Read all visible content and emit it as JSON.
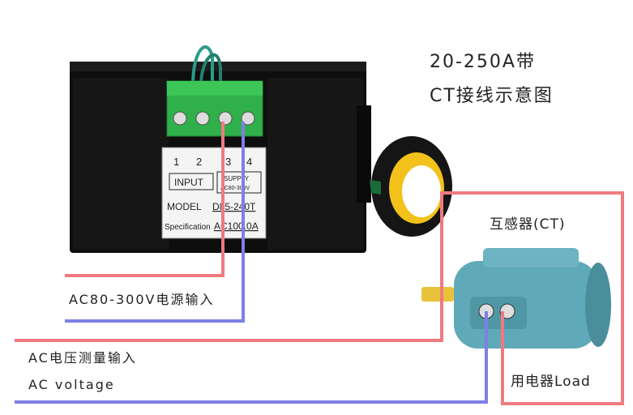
{
  "title": {
    "line1": "20-250A带",
    "line2": "CT接线示意图"
  },
  "meter": {
    "terminal_numbers": [
      "1",
      "2",
      "3",
      "4"
    ],
    "input_label": "INPUT",
    "supply_label": "SUPPLY",
    "supply_range": "AC80-300V",
    "model_label": "MODEL",
    "model_value": "D85-240T",
    "spec_label": "Specification",
    "spec_value": "AC100.0A"
  },
  "labels": {
    "ct": "互感器(CT)",
    "supply_input": "AC80-300V电源输入",
    "ac_voltage_cn": "AC电压测量输入",
    "ac_voltage_en": "AC voltage",
    "load": "用电器Load"
  },
  "colors": {
    "red_wire": "#f07a80",
    "blue_wire": "#7f7fe6",
    "meter_body": "#111111",
    "terminal_block": "#2fb04a",
    "motor": "#5fa9b8",
    "ct_ring": "#1a1a1a",
    "ct_inner": "#f2c21a"
  }
}
